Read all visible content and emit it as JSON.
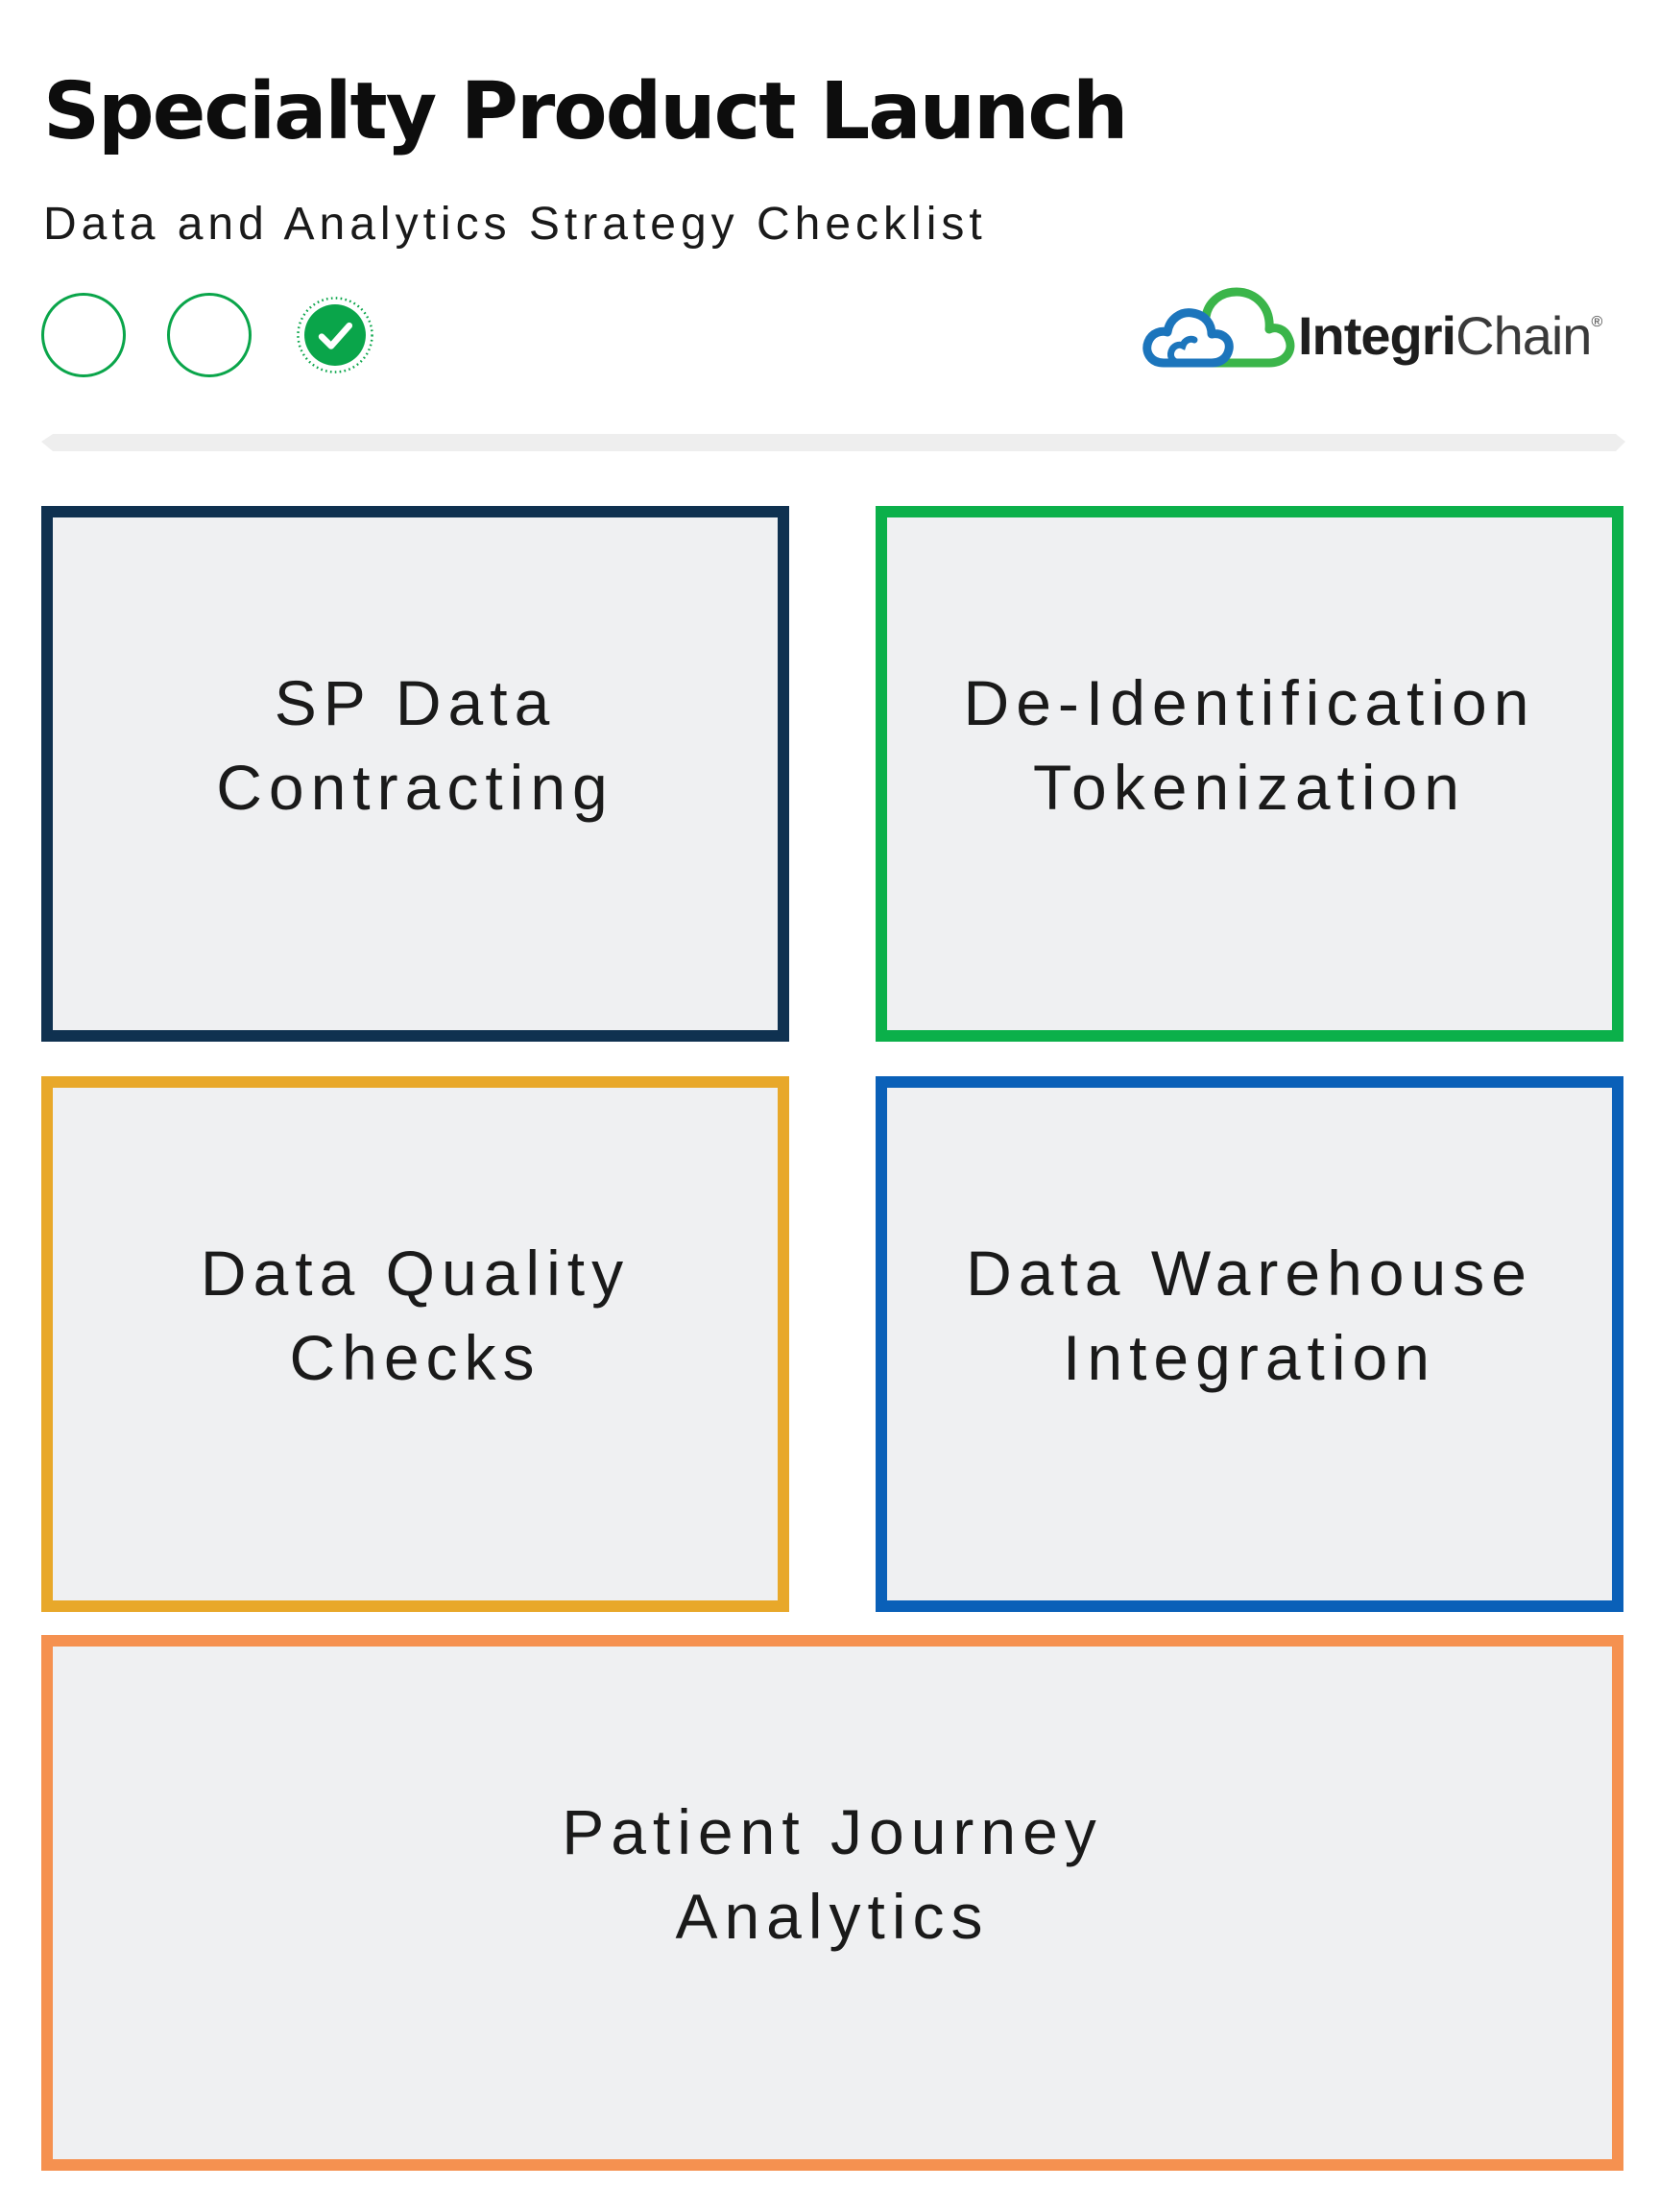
{
  "header": {
    "title": "Specialty Product Launch",
    "subtitle": "Data and Analytics Strategy Checklist"
  },
  "progress": {
    "steps": [
      {
        "state": "empty",
        "icon": "empty-circle-icon"
      },
      {
        "state": "empty",
        "icon": "empty-circle-icon"
      },
      {
        "state": "complete",
        "icon": "checkmark-icon"
      }
    ],
    "color": "#0aa54a"
  },
  "logo": {
    "text_bold": "Integri",
    "text_light": "Chain",
    "registered_mark": "®",
    "icon": "cloud-logo-icon",
    "colors": {
      "blue": "#1c75bc",
      "green": "#3bb54a"
    }
  },
  "cards": [
    {
      "label": "SP Data\nContracting",
      "border_color": "#0f3150"
    },
    {
      "label": "De-Identification\nTokenization",
      "border_color": "#0bb04a"
    },
    {
      "label": "Data Quality\nChecks",
      "border_color": "#e8a82a"
    },
    {
      "label": "Data Warehouse\nIntegration",
      "border_color": "#0a60b8"
    },
    {
      "label": "Patient Journey\nAnalytics",
      "border_color": "#f59150"
    }
  ],
  "colors": {
    "card_background": "#eff0f2",
    "divider": "#eeeeee"
  }
}
